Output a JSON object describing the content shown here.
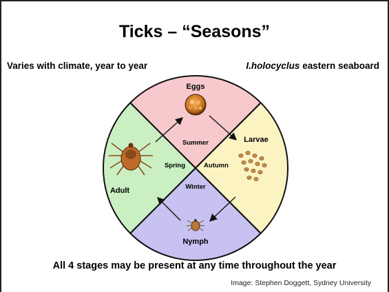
{
  "slide": {
    "title": "Ticks – “Seasons”",
    "subtitle_left": "Varies with climate, year to year",
    "subtitle_right_species": "I.holocyclus",
    "subtitle_right_rest": " eastern seaboard",
    "footer": "All 4 stages may be present at any time throughout the year",
    "credit": "Image: Stephen Doggett, Sydney University"
  },
  "cycle": {
    "stages": {
      "top": "Eggs",
      "right": "Larvae",
      "bottom": "Nymph",
      "left": "Adult"
    },
    "seasons": {
      "top": "Summer",
      "right": "Autumn",
      "bottom": "Winter",
      "left": "Spring"
    },
    "colors": {
      "summer": "#f7c9cc",
      "autumn": "#fbf3c2",
      "winter": "#c7c2f1",
      "spring": "#c9efc3",
      "divider": "#111111"
    }
  }
}
